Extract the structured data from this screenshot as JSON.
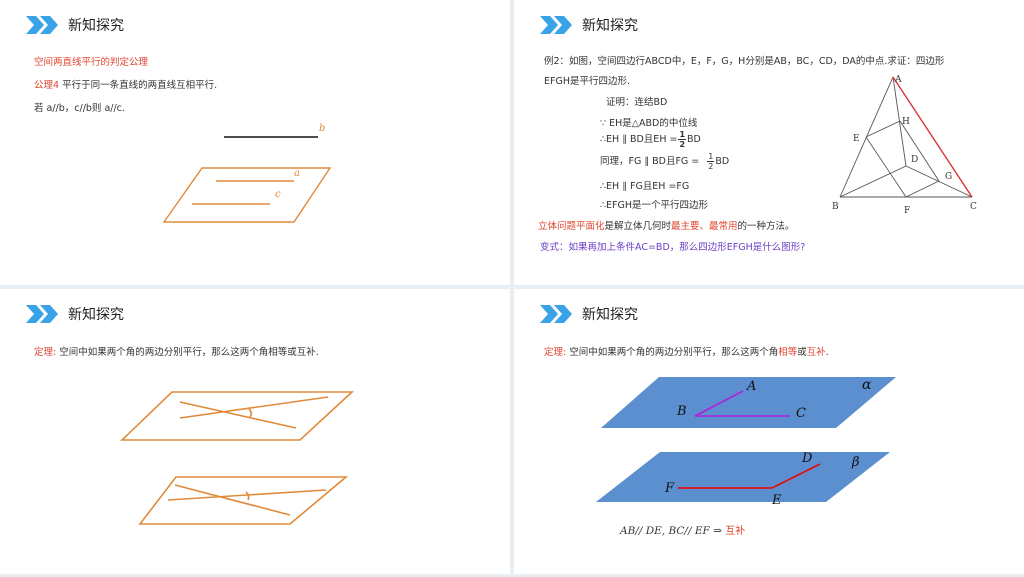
{
  "colors": {
    "accent_blue": "#3aa2e6",
    "orange": "#e08a3a",
    "red": "#e0452f",
    "purple": "#6a3fc6",
    "plane_blue": "#5b8fcf"
  },
  "icons": {
    "header": "double-chevron-right-icon"
  },
  "slide1": {
    "title": "新知探究",
    "subtitle": "空间两直线平行的判定公理",
    "axiom_label": "公理4",
    "axiom_text": " 平行于同一条直线的两直线互相平行.",
    "example": "若 a//b，c//b则 a//c.",
    "labels": {
      "b": "b",
      "a": "a",
      "c": "c"
    }
  },
  "slide2": {
    "title": "新知探究",
    "problem_line1": "例2：如图，空间四边行ABCD中，E，F，G，H分别是AB，BC，CD，DA的中点.求证：四边形",
    "problem_line2": "EFGH是平行四边形.",
    "proof": {
      "l1": "证明：连结BD",
      "l2": "∵ EH是△ABD的中位线",
      "l3a": "∴EH ∥ BD且EH =",
      "l3num": "1",
      "l3den": "2",
      "l3b": "BD",
      "l4a": "同理，FG ∥ BD且FG =",
      "l4num": "1",
      "l4den": "2",
      "l4b": "BD",
      "l5": "∴EH ∥ FG且EH =FG",
      "l6": "∴EFGH是一个平行四边形"
    },
    "method": {
      "p1": "立体问题平面化",
      "p2": "是解立体几何时",
      "p3": "最主要、最常用",
      "p4": "的一种方法。"
    },
    "variant": "变式：如果再加上条件AC=BD，那么四边形EFGH是什么图形?",
    "points": {
      "A": "A",
      "B": "B",
      "C": "C",
      "D": "D",
      "E": "E",
      "F": "F",
      "G": "G",
      "H": "H"
    }
  },
  "slide3": {
    "title": "新知探究",
    "theorem_label": "定理:",
    "theorem_text": " 空间中如果两个角的两边分别平行，那么这两个角相等或互补."
  },
  "slide4": {
    "title": "新知探究",
    "theorem_label": "定理:",
    "theorem_p1": " 空间中如果两个角的两边分别平行，那么这两个角",
    "equal": "相等",
    "or": "或",
    "supp": "互补",
    "period": ".",
    "alpha": "α",
    "beta": "β",
    "points": {
      "A": "A",
      "B": "B",
      "C": "C",
      "D": "D",
      "E": "E",
      "F": "F"
    },
    "conclusion": "AB// DE, BC// EF ⇒",
    "conclusion_word": "互补"
  }
}
